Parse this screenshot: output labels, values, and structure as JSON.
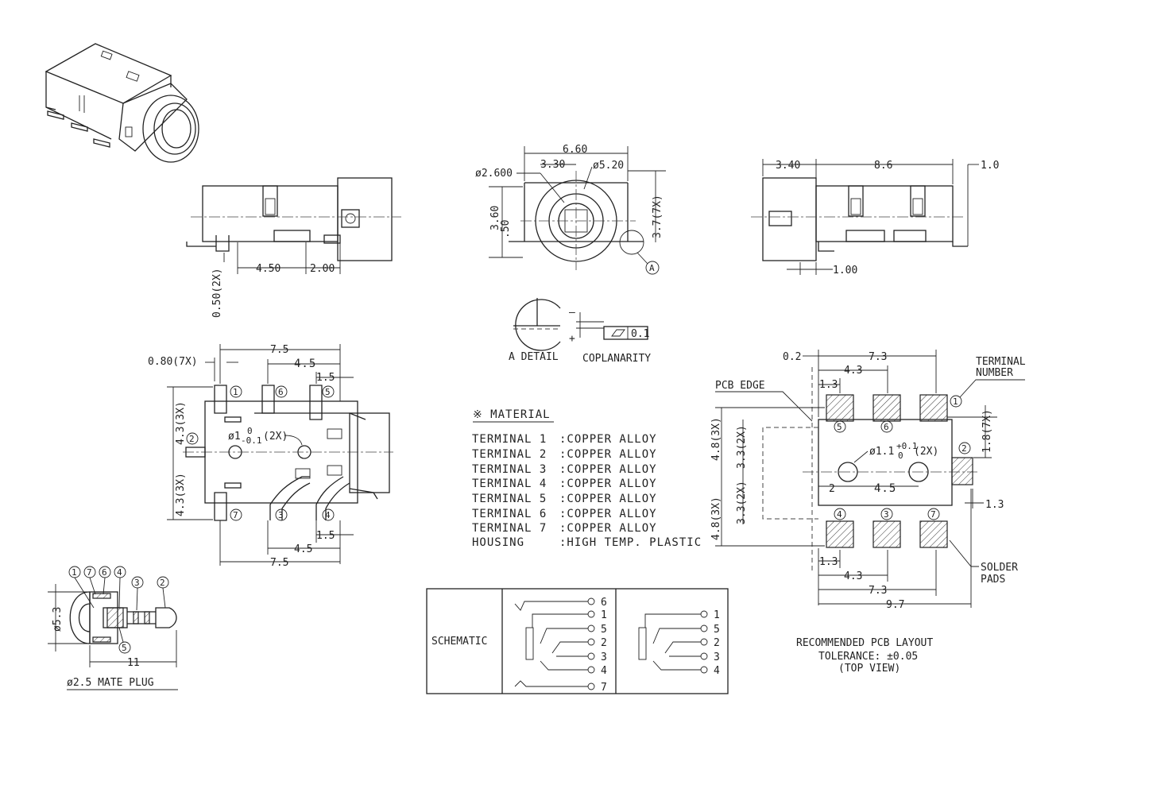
{
  "iso_view": {},
  "side_view_left": {
    "dims": {
      "d_4_50": "4.50",
      "d_2_00": "2.00",
      "d_0_50": "0.50(2X)"
    }
  },
  "front_view": {
    "dims": {
      "d_6_60": "6.60",
      "d_3_30": "3.30",
      "d_dia_2600": "ø2.600",
      "d_dia_520": "ø5.20",
      "d_3_60": "3.60",
      "d_050": ".50",
      "d_3_7": "3.7(7X)",
      "callout_a": "A"
    }
  },
  "side_view_right": {
    "dims": {
      "d_3_40": "3.40",
      "d_8_6": "8.6",
      "d_1_0": "1.0",
      "d_1_00": "1.00"
    }
  },
  "detail_a": {
    "label": "A DETAIL",
    "coplanarity_label": "COPLANARITY",
    "tolerance_value": "0.1",
    "minus_sign": "–",
    "plus_sign": "+"
  },
  "top_view": {
    "dims": {
      "d_0_80": "0.80(7X)",
      "d_7_5_top": "7.5",
      "d_4_5_top": "4.5",
      "d_1_5_top": "1.5",
      "d_4_3_upper": "4.3(3X)",
      "d_4_3_lower": "4.3(3X)",
      "d_1_5_bot": "1.5",
      "d_4_5_bot": "4.5",
      "d_7_5_bot": "7.5",
      "hole_prefix": "ø1",
      "hole_sup": "0",
      "hole_sub": "-0.1",
      "hole_suffix": "(2X)"
    },
    "terminals": [
      "1",
      "6",
      "5",
      "2",
      "7",
      "3",
      "4"
    ]
  },
  "material": {
    "heading": "※ MATERIAL",
    "rows": [
      {
        "part": "TERMINAL 1",
        "material": ":COPPER ALLOY"
      },
      {
        "part": "TERMINAL 2",
        "material": ":COPPER ALLOY"
      },
      {
        "part": "TERMINAL 3",
        "material": ":COPPER ALLOY"
      },
      {
        "part": "TERMINAL 4",
        "material": ":COPPER ALLOY"
      },
      {
        "part": "TERMINAL 5",
        "material": ":COPPER ALLOY"
      },
      {
        "part": "TERMINAL 6",
        "material": ":COPPER ALLOY"
      },
      {
        "part": "TERMINAL 7",
        "material": ":COPPER ALLOY"
      },
      {
        "part": "HOUSING",
        "material": ":HIGH TEMP. PLASTIC"
      }
    ]
  },
  "pcb_layout": {
    "dims": {
      "d_0_2": "0.2",
      "d_7_3_top": "7.3",
      "d_4_3_top": "4.3",
      "d_1_3_top": "1.3",
      "d_4_8_upper": "4.8(3X)",
      "d_3_3_upper": "3.3(2X)",
      "d_4_8_lower": "4.8(3X)",
      "d_3_3_lower": "3.3(2X)",
      "d_1_8": "1.8(7X)",
      "d_2": "2",
      "d_4_5": "4.5",
      "d_1_3_right": "1.3",
      "d_1_3_bot": "1.3",
      "d_4_3_bot": "4.3",
      "d_7_3_bot": "7.3",
      "d_9_7": "9.7",
      "hole_prefix": "ø1.1",
      "hole_sup": "+0.1",
      "hole_sub": "0",
      "hole_suffix": "(2X)"
    },
    "pcb_edge_label": "PCB EDGE",
    "terminal_number_line1": "TERMINAL",
    "terminal_number_line2": "NUMBER",
    "solder_pads_line1": "SOLDER",
    "solder_pads_line2": "PADS",
    "terminals": [
      "1",
      "5",
      "6",
      "2",
      "4",
      "3",
      "7"
    ],
    "caption_line1": "RECOMMENDED PCB LAYOUT",
    "caption_line2": "TOLERANCE: ±0.05",
    "caption_line3": "(TOP VIEW)"
  },
  "mate_plug": {
    "labels": [
      "1",
      "7",
      "6",
      "4",
      "3",
      "2",
      "5"
    ],
    "d_5_3": "ø5.3",
    "d_11": "11",
    "caption": "ø2.5 MATE PLUG"
  },
  "schematic": {
    "title": "SCHEMATIC",
    "left_pins": [
      "6",
      "1",
      "5",
      "2",
      "3",
      "4",
      "7"
    ],
    "right_pins": [
      "1",
      "5",
      "2",
      "3",
      "4"
    ]
  }
}
